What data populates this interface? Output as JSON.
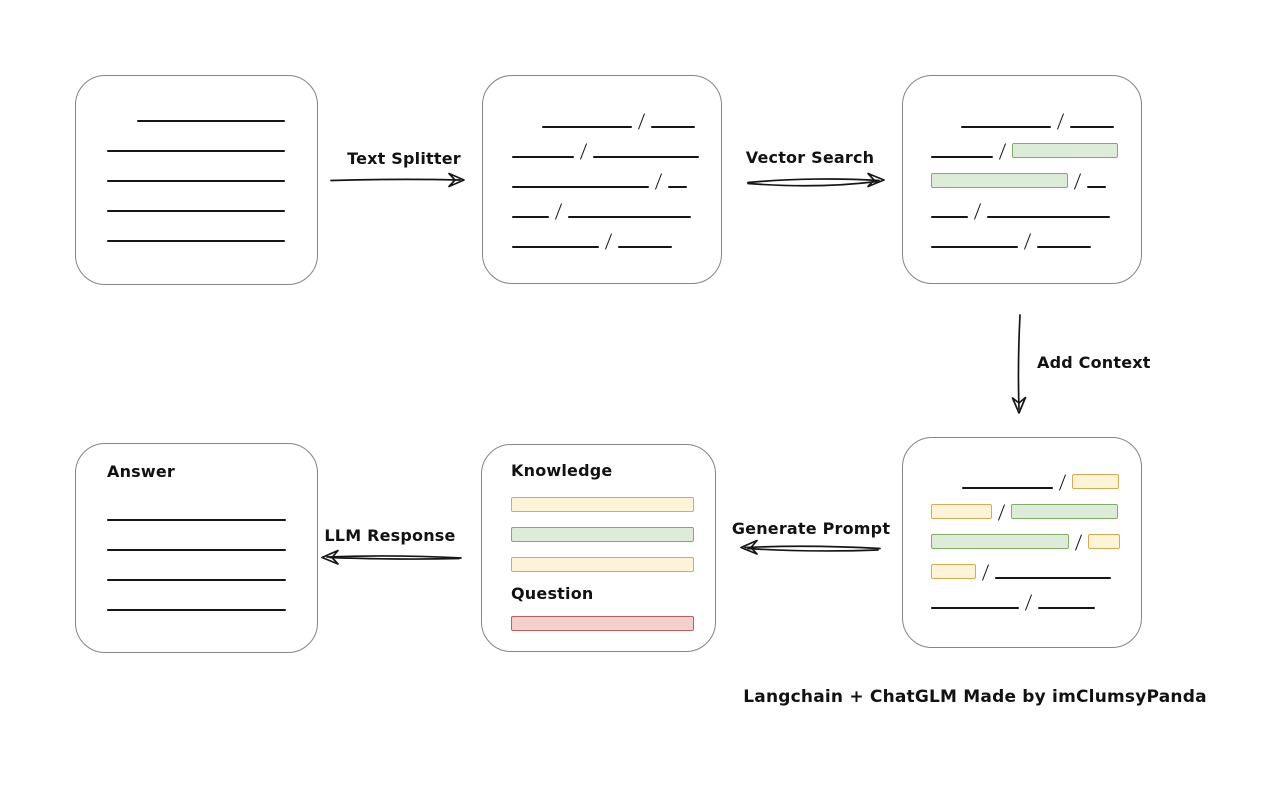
{
  "labels": {
    "text_splitter": "Text Splitter",
    "vector_search": "Vector Search",
    "add_context": "Add Context",
    "generate_prompt": "Generate Prompt",
    "llm_response": "LLM Response",
    "caption": "Langchain + ChatGLM Made by imClumsyPanda"
  },
  "colors": {
    "green_fill": "#ddecd8",
    "green_border": "#81ad64",
    "yellow_fill": "#fdf3d6",
    "yellow_border": "#d5ad50",
    "red_fill": "#f4d0cd",
    "red_border": "#c05f5a",
    "box_border": "#858585",
    "stroke": "#161616"
  },
  "boxes": {
    "document": {
      "rows": [
        [
          {
            "type": "indent",
            "w": 30
          },
          {
            "type": "line",
            "w": 148
          }
        ],
        [
          {
            "type": "line",
            "w": 178
          }
        ],
        [
          {
            "type": "line",
            "w": 178
          }
        ],
        [
          {
            "type": "line",
            "w": 178
          }
        ],
        [
          {
            "type": "line",
            "w": 178
          }
        ]
      ]
    },
    "split_text": {
      "rows": [
        [
          {
            "type": "indent",
            "w": 30
          },
          {
            "type": "line",
            "w": 90
          },
          {
            "type": "slash"
          },
          {
            "type": "line",
            "w": 44
          }
        ],
        [
          {
            "type": "line",
            "w": 62
          },
          {
            "type": "slash"
          },
          {
            "type": "line",
            "w": 106
          }
        ],
        [
          {
            "type": "line",
            "w": 137
          },
          {
            "type": "slash"
          },
          {
            "type": "line",
            "w": 19
          }
        ],
        [
          {
            "type": "line",
            "w": 37
          },
          {
            "type": "slash"
          },
          {
            "type": "line",
            "w": 123
          }
        ],
        [
          {
            "type": "line",
            "w": 87
          },
          {
            "type": "slash"
          },
          {
            "type": "line",
            "w": 54
          }
        ]
      ]
    },
    "vector_matches": {
      "rows": [
        [
          {
            "type": "indent",
            "w": 30
          },
          {
            "type": "line",
            "w": 90
          },
          {
            "type": "slash"
          },
          {
            "type": "line",
            "w": 44
          }
        ],
        [
          {
            "type": "line",
            "w": 62
          },
          {
            "type": "slash"
          },
          {
            "type": "bar",
            "color": "green",
            "w": 106
          }
        ],
        [
          {
            "type": "bar",
            "color": "green",
            "w": 137
          },
          {
            "type": "slash"
          },
          {
            "type": "line",
            "w": 19
          }
        ],
        [
          {
            "type": "line",
            "w": 37
          },
          {
            "type": "slash"
          },
          {
            "type": "line",
            "w": 123
          }
        ],
        [
          {
            "type": "line",
            "w": 87
          },
          {
            "type": "slash"
          },
          {
            "type": "line",
            "w": 54
          }
        ]
      ]
    },
    "context_chunks": {
      "rows": [
        [
          {
            "type": "indent",
            "w": 31
          },
          {
            "type": "line",
            "w": 91
          },
          {
            "type": "slash"
          },
          {
            "type": "bar",
            "color": "yellow",
            "w": 47
          }
        ],
        [
          {
            "type": "bar",
            "color": "yellow",
            "w": 61
          },
          {
            "type": "slash"
          },
          {
            "type": "bar",
            "color": "green",
            "w": 107
          }
        ],
        [
          {
            "type": "bar",
            "color": "green",
            "w": 138
          },
          {
            "type": "slash"
          },
          {
            "type": "bar",
            "color": "yellow",
            "w": 32
          }
        ],
        [
          {
            "type": "bar",
            "color": "yellow",
            "w": 45
          },
          {
            "type": "slash"
          },
          {
            "type": "line",
            "w": 116
          }
        ],
        [
          {
            "type": "line",
            "w": 88
          },
          {
            "type": "slash"
          },
          {
            "type": "line",
            "w": 57
          }
        ]
      ]
    },
    "prompt": {
      "knowledge_label": "Knowledge",
      "question_label": "Question",
      "knowledge_rows": [
        [
          {
            "type": "bar",
            "color": "yellow",
            "w": 183
          }
        ],
        [
          {
            "type": "bar",
            "color": "green",
            "w": 183
          }
        ],
        [
          {
            "type": "bar",
            "color": "yellow",
            "w": 183
          }
        ]
      ],
      "question_rows": [
        [
          {
            "type": "bar",
            "color": "red",
            "w": 183
          }
        ]
      ]
    },
    "answer": {
      "title": "Answer",
      "rows": [
        [
          {
            "type": "line",
            "w": 179
          }
        ],
        [
          {
            "type": "line",
            "w": 179
          }
        ],
        [
          {
            "type": "line",
            "w": 179
          }
        ],
        [
          {
            "type": "line",
            "w": 179
          }
        ]
      ]
    }
  }
}
